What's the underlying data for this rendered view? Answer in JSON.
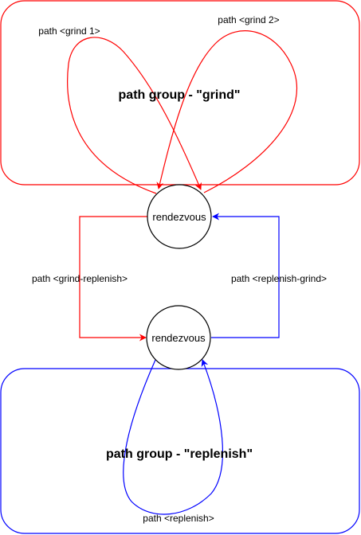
{
  "colors": {
    "grind": "#ff0000",
    "replenish": "#0000ff",
    "node_stroke": "#000000",
    "background": "#ffffff"
  },
  "groups": {
    "grind": {
      "label": "path group - \"grind\""
    },
    "replenish": {
      "label": "path group - \"replenish\""
    }
  },
  "nodes": {
    "top": {
      "label": "rendezvous"
    },
    "bottom": {
      "label": "rendezvous"
    }
  },
  "edges": {
    "grind_1": {
      "label": "path <grind 1>"
    },
    "grind_2": {
      "label": "path <grind 2>"
    },
    "grind_replenish": {
      "label": "path <grind-replenish>"
    },
    "replenish_grind": {
      "label": "path <replenish-grind>"
    },
    "replenish": {
      "label": "path <replenish>"
    }
  }
}
